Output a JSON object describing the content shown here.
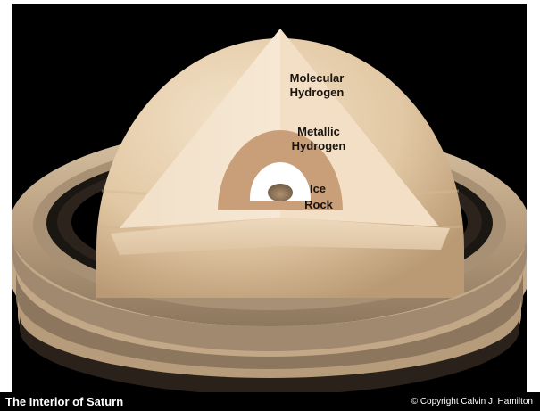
{
  "diagram": {
    "layers": [
      {
        "name": "Molecular Hydrogen",
        "color": "#f0dcc4"
      },
      {
        "name": "Metallic Hydrogen",
        "color": "#c99f79"
      },
      {
        "name": "Ice",
        "color": "#ffffff"
      },
      {
        "name": "Rock",
        "color": "#8d7456"
      }
    ],
    "labels": {
      "molecular": "Molecular\nHydrogen",
      "metallic": "Metallic\nHydrogen",
      "ice": "Ice",
      "rock": "Rock"
    }
  },
  "caption": {
    "title": "The Interior of Saturn",
    "copyright": "© Copyright Calvin J. Hamilton"
  },
  "colors": {
    "background": "#000000",
    "planet_surface": "#e7cfae",
    "ring": "#c9b08f"
  }
}
